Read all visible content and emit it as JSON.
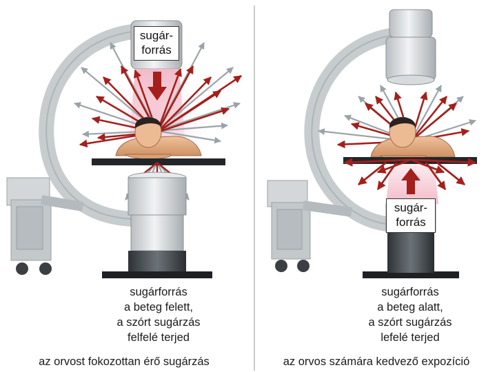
{
  "panels": [
    {
      "source_label_line1": "sugár-",
      "source_label_line2": "forrás",
      "description": [
        "sugárforrás",
        "a beteg felett,",
        "a szórt sugárzás",
        "felfelé terjed"
      ],
      "caption": "az orvost fokozottan érő sugárzás"
    },
    {
      "source_label_line1": "sugár-",
      "source_label_line2": "forrás",
      "description": [
        "sugárforrás",
        "a beteg alatt,",
        "a szórt sugárzás",
        "lefelé terjed"
      ],
      "caption": "az orvos számára kedvező expozíció"
    }
  ],
  "colors": {
    "scatter_red": "#a3201c",
    "scatter_gray": "#9aa4a8",
    "beam_pink": "#f2b7c6",
    "skin": "#e8b48c",
    "gantry": "#c7cccf"
  }
}
